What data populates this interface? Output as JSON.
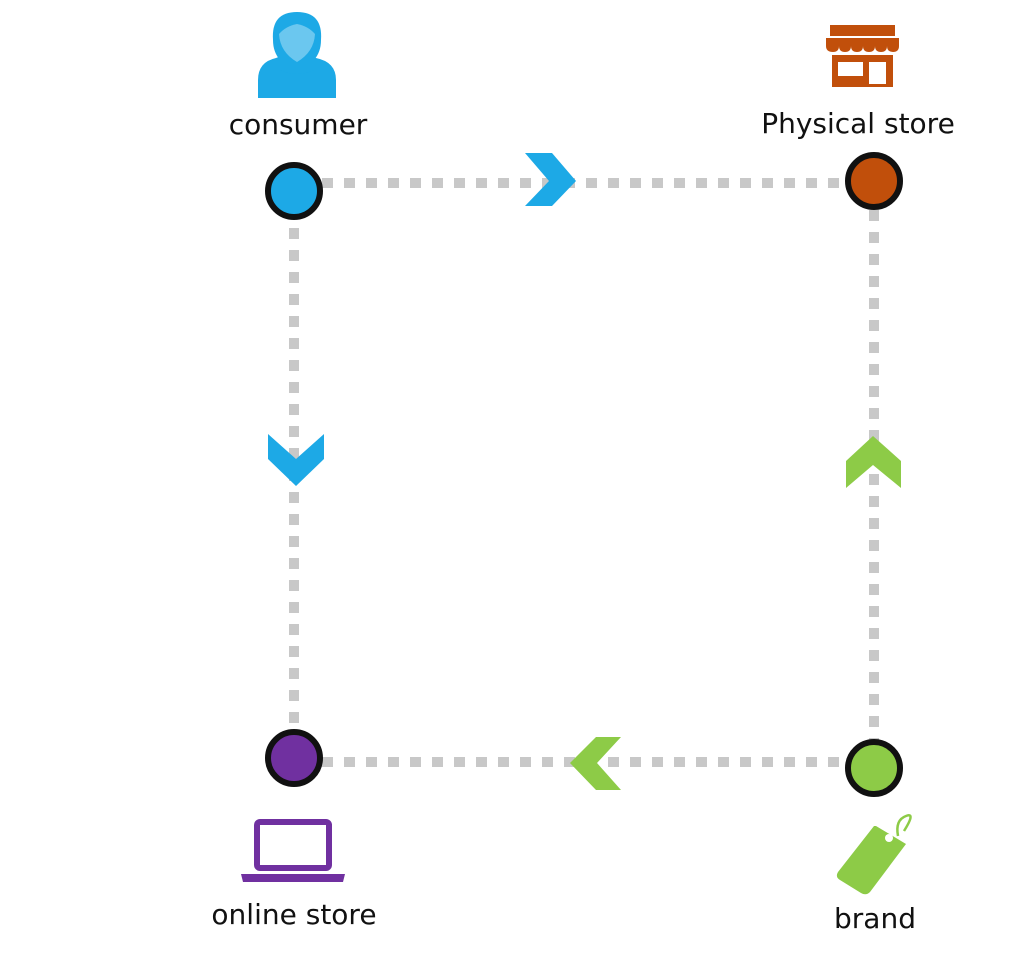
{
  "nodes": {
    "consumer": {
      "label": "consumer",
      "icon": "person-icon",
      "color": "#1DA9E6"
    },
    "physical_store": {
      "label": "Physical store",
      "icon": "storefront-icon",
      "color": "#C14F0B"
    },
    "online_store": {
      "label": "online store",
      "icon": "laptop-icon",
      "color": "#7030A0"
    },
    "brand": {
      "label": "brand",
      "icon": "price-tag-icon",
      "color": "#8DCB47"
    }
  },
  "connectors": {
    "line_color": "#C8C8C8",
    "node_border_color": "#111111"
  },
  "edges": [
    {
      "from": "consumer",
      "to": "physical_store",
      "arrow": "chevron-right-icon",
      "color": "#1DA9E6"
    },
    {
      "from": "consumer",
      "to": "online_store",
      "arrow": "chevron-down-icon",
      "color": "#1DA9E6"
    },
    {
      "from": "brand",
      "to": "physical_store",
      "arrow": "chevron-up-icon",
      "color": "#8DCB47"
    },
    {
      "from": "brand",
      "to": "online_store",
      "arrow": "chevron-left-icon",
      "color": "#8DCB47"
    }
  ]
}
